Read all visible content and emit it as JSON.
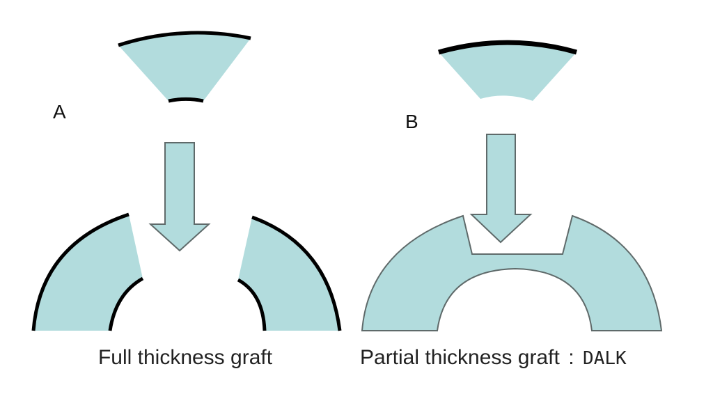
{
  "panels": [
    {
      "label": "A",
      "caption": "Full thickness graft"
    },
    {
      "label": "B",
      "caption": "Partial thickness graft",
      "caption_separator": ":",
      "caption_suffix": "DALK"
    }
  ],
  "colors": {
    "tissue_fill": "#b2dcdd",
    "tissue_stroke": "#5f6a6a",
    "epithelium": "#000000",
    "background": "#ffffff"
  }
}
